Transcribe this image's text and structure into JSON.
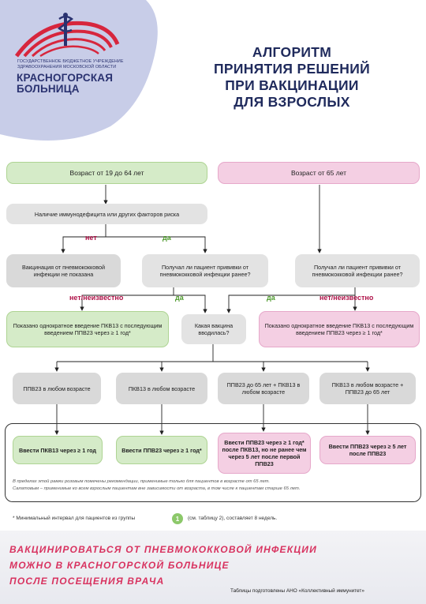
{
  "header": {
    "org_line1": "ГОСУДАРСТВЕННОЕ БЮДЖЕТНОЕ УЧРЕЖДЕНИЕ",
    "org_line2": "ЗДРАВООХРАНЕНИЯ МОСКОВСКОЙ ОБЛАСТИ",
    "hospital_line1": "КРАСНОГОРСКАЯ",
    "hospital_line2": "БОЛЬНИЦА",
    "title_line1": "АЛГОРИТМ",
    "title_line2": "ПРИНЯТИЯ РЕШЕНИЙ",
    "title_line3": "ПРИ ВАКЦИНАЦИИ",
    "title_line4": "ДЛЯ ВЗРОСЛЫХ"
  },
  "flow": {
    "age_19_64": "Возраст от 19 до 64 лет",
    "age_65": "Возраст от 65 лет",
    "immuno": "Наличие иммунодефицита или других факторов риска",
    "no": "нет",
    "yes": "да",
    "vacc_not_indicated": "Вакцинация от пневмококковой инфекции не показана",
    "received_left": "Получал ли пациент прививки от пневмококковой инфекции ранее?",
    "received_right": "Получал ли пациент прививки от пневмококковой инфекции ранее?",
    "no_unknown_left": "нет/неизвестно",
    "yes_left": "да",
    "yes_right": "да",
    "no_unknown_right": "нет/неизвестно",
    "shown_left": "Показано однократное введение ПКВ13 с последующим введением ППВ23 через ≥ 1 год*",
    "which_vaccine": "Какая вакцина вводилась?",
    "shown_right": "Показано однократное введение ПКВ13 с последующим введением ППВ23 через ≥ 1 год*",
    "opt1": "ППВ23 в любом возрасте",
    "opt2": "ПКВ13 в любом возрасте",
    "opt3": "ППВ23 до 65 лет + ПКВ13 в любом возрасте",
    "opt4": "ПКВ13 в любом возрасте + ППВ23 до 65 лет",
    "res1": "Ввести ПКВ13 через ≥ 1 год",
    "res2": "Ввести ППВ23 через ≥ 1 год*",
    "res3": "Ввести ППВ23 через ≥ 1 год* после ПКВ13, но не ранее чем через 5 лет после первой ППВ23",
    "res4": "Ввести ППВ23 через ≥ 5 лет после ППВ23"
  },
  "notes": {
    "frame_note1": "В пределах этой рамки розовым помечены рекомендации, применимые только для пациентов в возрасте от 65 лет.",
    "frame_note2": "Салатовым – применимые ко всем взрослым пациентам вне зависимости от возраста, в том числе к пациентам старше 65 лет.",
    "footnote_a": "* Минимальный интервал для пациентов из группы",
    "footnote_num": "1",
    "footnote_b": "(см. таблицу 2), составляет 8 недель."
  },
  "footer": {
    "cta_line1": "Вакцинироваться от пневмококковой инфекции",
    "cta_line2": "можно в Красногорской больнице",
    "cta_line3": "после посещения врача",
    "credit": "Таблицы подготовлены АНО «Коллективный иммунитет»"
  },
  "colors": {
    "navy": "#1f2a5c",
    "red": "#b0144a",
    "green": "#4e9a2d",
    "pink_box": "#f4cfe3",
    "green_box": "#d5ebc8"
  }
}
